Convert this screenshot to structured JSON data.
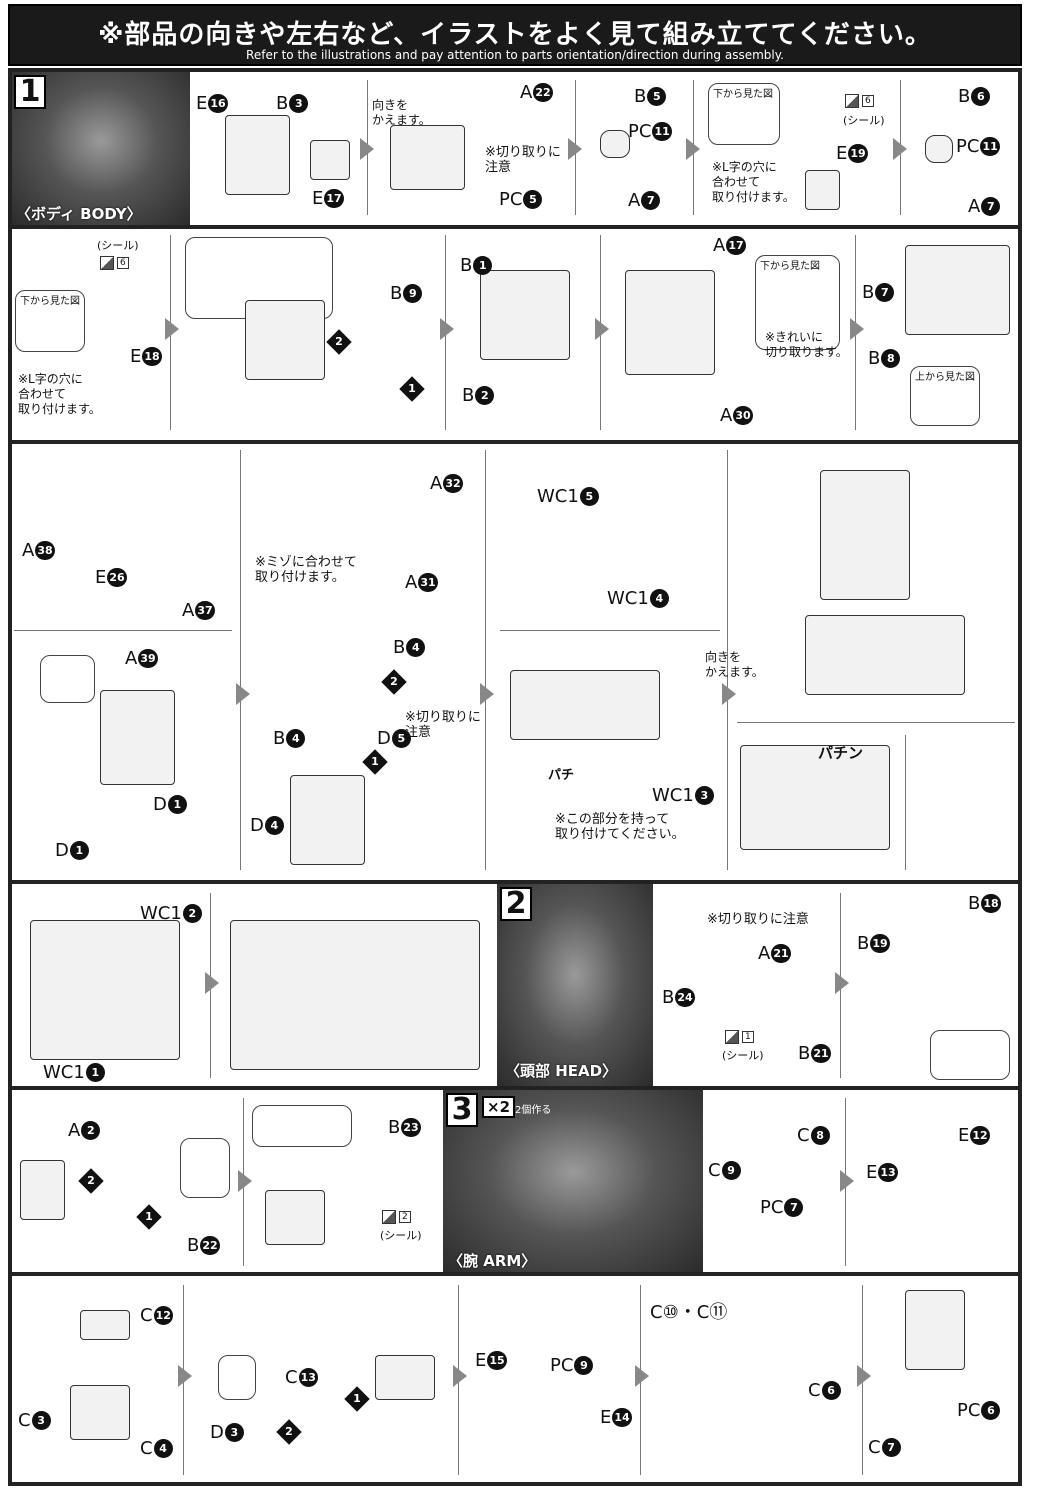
{
  "header": {
    "title": "※部品の向きや左右など、イラストをよく見て組み立ててください。",
    "subtitle": "Refer to the illustrations and pay attention to parts orientation/direction during assembly."
  },
  "sections": [
    {
      "num": "1",
      "caption": "〈ボディ BODY〉"
    },
    {
      "num": "2",
      "caption": "〈頭部 HEAD〉"
    },
    {
      "num": "3",
      "caption": "〈腕 ARM〉",
      "multiplier": "×2",
      "multiplier_note": "2個作る"
    }
  ],
  "notes": {
    "turn": "向きを\nかえます。",
    "cut_care": "※切り取りに\n注意",
    "cut_care_inline": "※切り取りに注意",
    "bottom_view": "下から見た図",
    "top_view": "上から見た図",
    "seal": "(シール)",
    "l_hole": "※L字の穴に\n合わせて\n取り付けます。",
    "clean_cut": "※きれいに\n切り取ります。",
    "groove": "※ミゾに合わせて\n取り付けます。",
    "hold": "※この部分を持って\n取り付けてください。",
    "snap_small": "パチ",
    "snap": "パチン",
    "c10_c11": "C⑩・C⑪"
  },
  "seals": [
    "6",
    "6",
    "1",
    "2"
  ],
  "steps": [
    "1",
    "2"
  ],
  "labels": {
    "r1": [
      [
        "E",
        "16"
      ],
      [
        "B",
        "3"
      ],
      [
        "E",
        "17"
      ],
      [
        "A",
        "22"
      ],
      [
        "PC",
        "5"
      ],
      [
        "B",
        "5"
      ],
      [
        "PC",
        "11"
      ],
      [
        "A",
        "7"
      ],
      [
        "E",
        "19"
      ],
      [
        "B",
        "6"
      ],
      [
        "PC",
        "11"
      ],
      [
        "A",
        "7"
      ]
    ],
    "r2": [
      [
        "E",
        "18"
      ],
      [
        "B",
        "9"
      ],
      [
        "B",
        "1"
      ],
      [
        "B",
        "2"
      ],
      [
        "A",
        "17"
      ],
      [
        "A",
        "30"
      ],
      [
        "B",
        "7"
      ],
      [
        "B",
        "8"
      ]
    ],
    "r3": [
      [
        "A",
        "38"
      ],
      [
        "E",
        "26"
      ],
      [
        "A",
        "37"
      ],
      [
        "A",
        "39"
      ],
      [
        "D",
        "1"
      ],
      [
        "D",
        "1"
      ],
      [
        "A",
        "32"
      ],
      [
        "A",
        "31"
      ],
      [
        "B",
        "4"
      ],
      [
        "D",
        "5"
      ],
      [
        "B",
        "4"
      ],
      [
        "D",
        "4"
      ],
      [
        "WC1",
        "5"
      ],
      [
        "WC1",
        "4"
      ],
      [
        "WC1",
        "3"
      ]
    ],
    "r4": [
      [
        "WC1",
        "2"
      ],
      [
        "WC1",
        "1"
      ],
      [
        "A",
        "21"
      ],
      [
        "B",
        "24"
      ],
      [
        "B",
        "21"
      ],
      [
        "B",
        "19"
      ],
      [
        "B",
        "18"
      ]
    ],
    "r5": [
      [
        "A",
        "2"
      ],
      [
        "B",
        "22"
      ],
      [
        "B",
        "23"
      ],
      [
        "C",
        "8"
      ],
      [
        "C",
        "9"
      ],
      [
        "PC",
        "7"
      ],
      [
        "E",
        "12"
      ],
      [
        "E",
        "13"
      ]
    ],
    "r6": [
      [
        "C",
        "12"
      ],
      [
        "C",
        "3"
      ],
      [
        "C",
        "4"
      ],
      [
        "D",
        "3"
      ],
      [
        "C",
        "13"
      ],
      [
        "E",
        "15"
      ],
      [
        "PC",
        "9"
      ],
      [
        "E",
        "14"
      ],
      [
        "C",
        "6"
      ],
      [
        "PC",
        "6"
      ],
      [
        "C",
        "7"
      ]
    ]
  }
}
